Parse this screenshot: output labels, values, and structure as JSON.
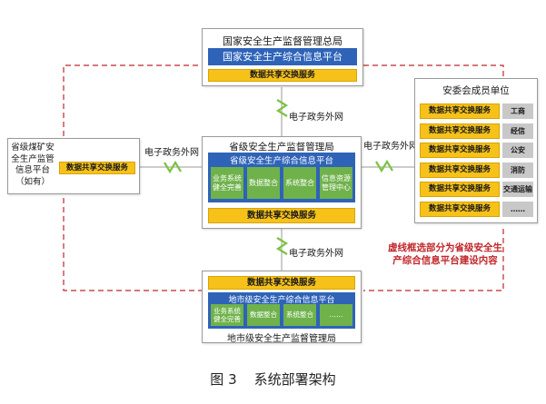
{
  "national": {
    "title": "国家安全生产监督管理总局",
    "platform": "国家安全生产综合信息平台",
    "exchange": "数据共享交换服务"
  },
  "provincial": {
    "title": "省级安全生产监督管理局",
    "platform": "省级安全生产综合信息平台",
    "modules": [
      "业务系统\n健全完善",
      "数据整合",
      "系统整合",
      "信息资源\n管理中心"
    ],
    "exchange": "数据共享交换服务"
  },
  "coal": {
    "title": "省级煤矿安\n全生产监管\n信息平台\n（如有）",
    "exchange": "数据共享交换服务"
  },
  "members": {
    "title": "安委会成员单位",
    "rows": [
      {
        "exchange": "数据共享交换服务",
        "unit": "工商"
      },
      {
        "exchange": "数据共享交换服务",
        "unit": "经信"
      },
      {
        "exchange": "数据共享交换服务",
        "unit": "公安"
      },
      {
        "exchange": "数据共享交换服务",
        "unit": "消防"
      },
      {
        "exchange": "数据共享交换服务",
        "unit": "交通运输"
      },
      {
        "exchange": "数据共享交换服务",
        "unit": "……"
      }
    ]
  },
  "city": {
    "exchange": "数据共享交换服务",
    "platform": "地市级安全生产综合信息平台",
    "modules": [
      "业务系统\n健全完善",
      "数据整合",
      "系统整合",
      "……"
    ],
    "title": "地市级安全生产监督管理局"
  },
  "links": {
    "top": "电子政务外网",
    "left": "电子政务外网",
    "right": "电子政务外网",
    "bottom": "电子政务外网"
  },
  "note": "虚线框选部分为省级安全生\n产综合信息平台建设内容",
  "caption": "图 3    系统部署架构",
  "colors": {
    "platform_blue": "#2e63b8",
    "exchange_yellow": "#f6c21a",
    "module_green": "#6fb24b",
    "dashed_red": "#c0262a",
    "lightning_green": "#7cc242"
  }
}
